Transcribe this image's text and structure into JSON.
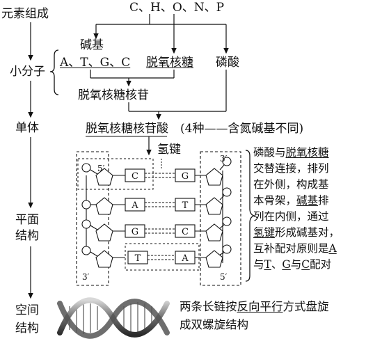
{
  "elements_line": "C、H、O、N、P",
  "left_labels": {
    "elements": "元素组成",
    "small_molecules": "小分子",
    "monomer": "单体",
    "planar_structure": [
      "平面",
      "结构"
    ],
    "spatial_structure": [
      "空间",
      "结构"
    ]
  },
  "small_molecules": {
    "base_title": "碱基",
    "base_list": "A、T、G、C",
    "deoxyribose": "脱氧核糖",
    "phosphate": "磷酸",
    "nucleoside": "脱氧核糖核苷"
  },
  "monomer": {
    "name": "脱氧核糖核苷酸",
    "note": "(4种——含氮碱基不同)"
  },
  "planar": {
    "hydrogen_bond_label": "氢键",
    "prime5": "5′",
    "prime3": "3′",
    "left_bases": [
      "C",
      "A",
      "G",
      "T"
    ],
    "right_bases": [
      "G",
      "T",
      "C",
      "A"
    ]
  },
  "planar_note": {
    "lines": [
      [
        "磷酸与",
        "脱氧核糖"
      ],
      [
        "交替连接，排列"
      ],
      [
        "在外侧，构成基"
      ],
      [
        "本骨架，",
        "碱基",
        "排"
      ],
      [
        "列在内侧，通过"
      ],
      [
        "氢键",
        "形成碱基对，"
      ],
      [
        "互补配对原则是",
        "A"
      ],
      [
        "与",
        "T",
        "、",
        "G",
        "与",
        "C",
        "配对"
      ]
    ]
  },
  "spatial_note": {
    "line1": [
      "两条长链按",
      "反向平行",
      "方式盘旋"
    ],
    "line2": "成双螺旋结构"
  }
}
